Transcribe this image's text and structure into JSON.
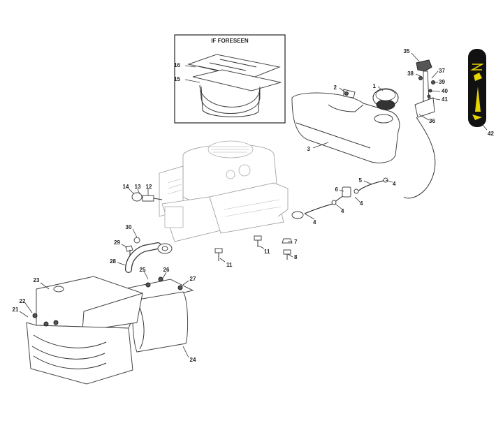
{
  "inset": {
    "title": "IF FORESEEN"
  },
  "callouts": [
    "16",
    "15",
    "2",
    "1",
    "3",
    "35",
    "38",
    "37",
    "39",
    "40",
    "41",
    "36",
    "42",
    "14",
    "13",
    "12",
    "6",
    "5",
    "4",
    "4",
    "4",
    "4",
    "30",
    "29",
    "28",
    "25",
    "26",
    "27",
    "7",
    "8",
    "11",
    "11",
    "23",
    "22",
    "21",
    "24"
  ],
  "colors": {
    "line": "#333333",
    "decal_bg": "#111111",
    "decal_accent": "#e8d500"
  },
  "icons": [
    "engine",
    "fuel-tank",
    "fuel-cap",
    "throttle-lever",
    "muffler",
    "muffler-guard",
    "decal"
  ]
}
